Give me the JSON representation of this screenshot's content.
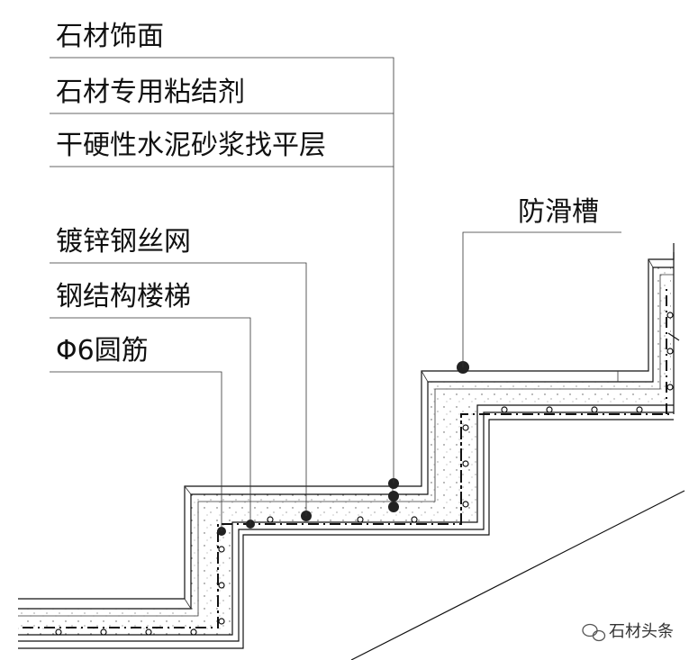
{
  "labels": {
    "stone_facing": "石材饰面",
    "stone_adhesive": "石材专用粘结剂",
    "leveling_layer": "干硬性水泥砂浆找平层",
    "anti_slip_groove": "防滑槽",
    "galvanized_mesh": "镀锌钢丝网",
    "steel_stair": "钢结构楼梯",
    "round_bar": "Φ6圆筋"
  },
  "watermark": "石材头条",
  "colors": {
    "line": "#111111",
    "background": "#ffffff"
  }
}
